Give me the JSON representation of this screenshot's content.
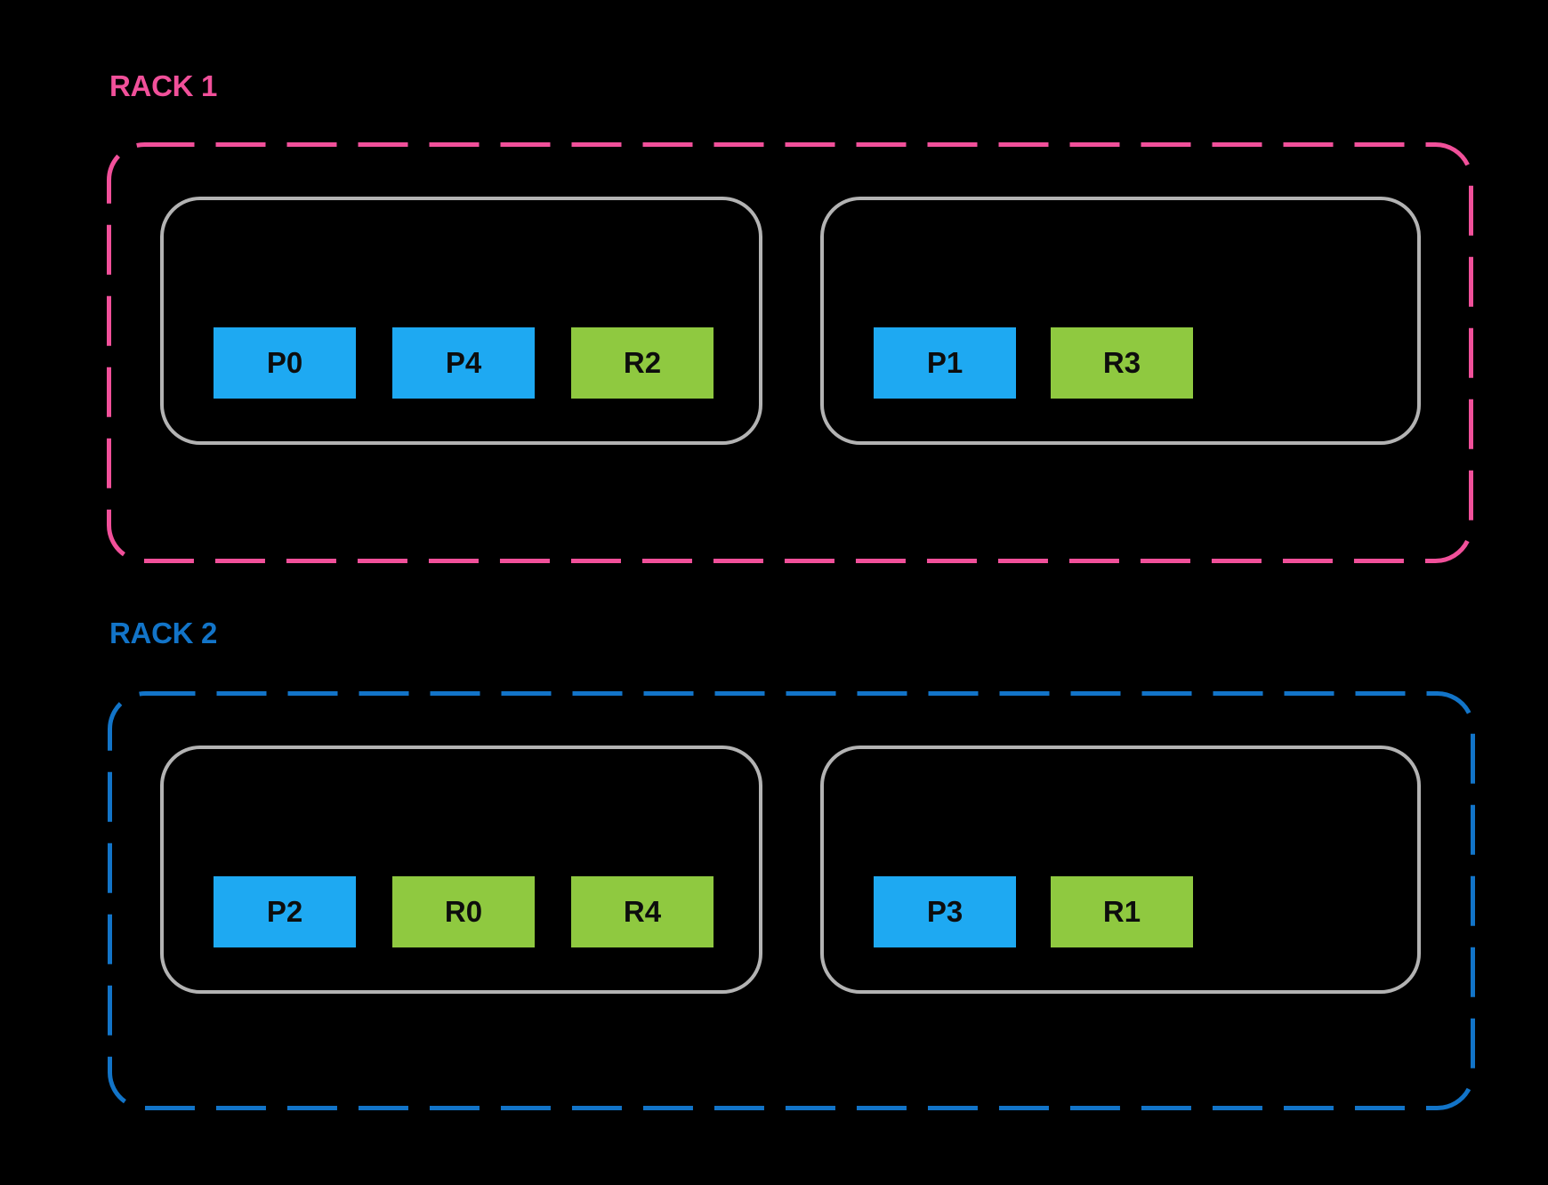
{
  "colors": {
    "background": "#000000",
    "rack1_accent": "#F1509A",
    "rack2_accent": "#1274C8",
    "node_border": "#B3B3B3",
    "primary_shard": "#1EA9F2",
    "replica_shard": "#8FC940",
    "shard_text": "#0D0D0D"
  },
  "racks": [
    {
      "label": "RACK 1",
      "nodes": [
        {
          "shards": [
            {
              "label": "P0",
              "type": "primary"
            },
            {
              "label": "P4",
              "type": "primary"
            },
            {
              "label": "R2",
              "type": "replica"
            }
          ]
        },
        {
          "shards": [
            {
              "label": "P1",
              "type": "primary"
            },
            {
              "label": "R3",
              "type": "replica"
            }
          ]
        }
      ]
    },
    {
      "label": "RACK 2",
      "nodes": [
        {
          "shards": [
            {
              "label": "P2",
              "type": "primary"
            },
            {
              "label": "R0",
              "type": "replica"
            },
            {
              "label": "R4",
              "type": "replica"
            }
          ]
        },
        {
          "shards": [
            {
              "label": "P3",
              "type": "primary"
            },
            {
              "label": "R1",
              "type": "replica"
            }
          ]
        }
      ]
    }
  ]
}
